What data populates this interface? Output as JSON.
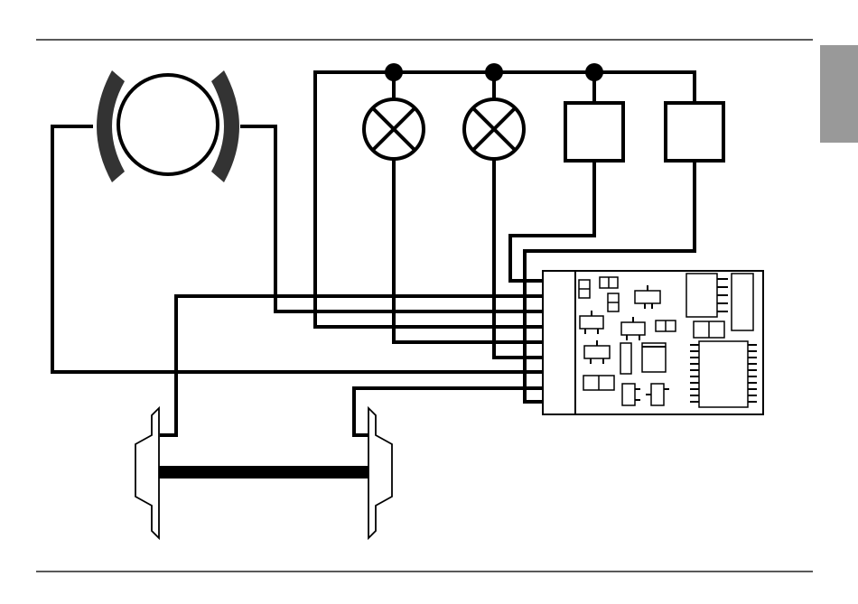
{
  "colors": {
    "ink": "#000000",
    "paper": "#ffffff",
    "brush": "#333333",
    "tab": "#999999",
    "rule": "#222222"
  },
  "components": {
    "motor": "motor-icon",
    "lamps": [
      "lamp-icon",
      "lamp-icon"
    ],
    "auxiliary_outputs": [
      "output-box",
      "output-box"
    ],
    "decoder": "decoder-board",
    "wheelset": "wheelset-icon"
  }
}
